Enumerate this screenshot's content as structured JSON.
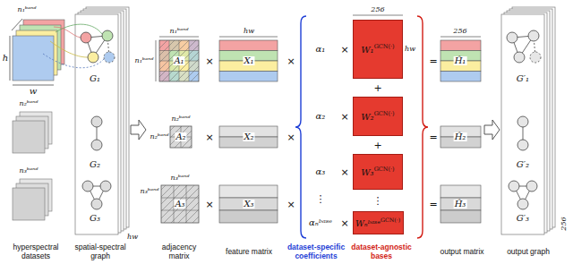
{
  "diagram": {
    "nodes": [
      {
        "text": [
          "W₁",
          "GCN(·)"
        ]
      },
      {
        "text": [
          "W₂",
          "GCN(·)"
        ]
      },
      {
        "text": [
          "W₃",
          "GCN(·)"
        ]
      },
      {
        "text": [
          "Wₙᵇᵃˢᵉ",
          "GCN(·)"
        ]
      }
    ],
    "labels": [
      "n₁ᵇᵃⁿᵈ",
      "h",
      "w",
      "n₂ᵇᵃⁿᵈ",
      "n₃ᵇᵃⁿᵈ",
      "hyperspectral datasets",
      "G₁",
      "G₂",
      "G₃",
      "hw",
      "spatial-spectral graph",
      "n₁ᵇᵃⁿᵈ",
      "n₁ᵇᵃⁿᵈ",
      "A₁",
      "n₂ᵇᵃⁿᵈ",
      "n₂ᵇᵃⁿᵈ",
      "A₂",
      "n₃ᵇᵃⁿᵈ",
      "n₃ᵇᵃⁿᵈ",
      "A₃",
      "adjacency matrix",
      "×",
      "×",
      "×",
      "hw",
      "X₁",
      "X₂",
      "X₃",
      "feature matrix",
      "×",
      "×",
      "×",
      "α₁",
      "α₂",
      "α₃",
      "⋮",
      "αₙᵇᵃˢᵉ",
      "×",
      "×",
      "×",
      "×",
      "+",
      "+",
      "⋮",
      "256",
      "hw",
      "=",
      "=",
      "=",
      "256",
      "Ĥ₁",
      "Ĥ₂",
      "Ĥ₃",
      "output matrix",
      "G′₁",
      "G′₂",
      "G′₃",
      "256",
      "output graph",
      "dataset-specific coefficients",
      "dataset-agnostic bases"
    ]
  }
}
